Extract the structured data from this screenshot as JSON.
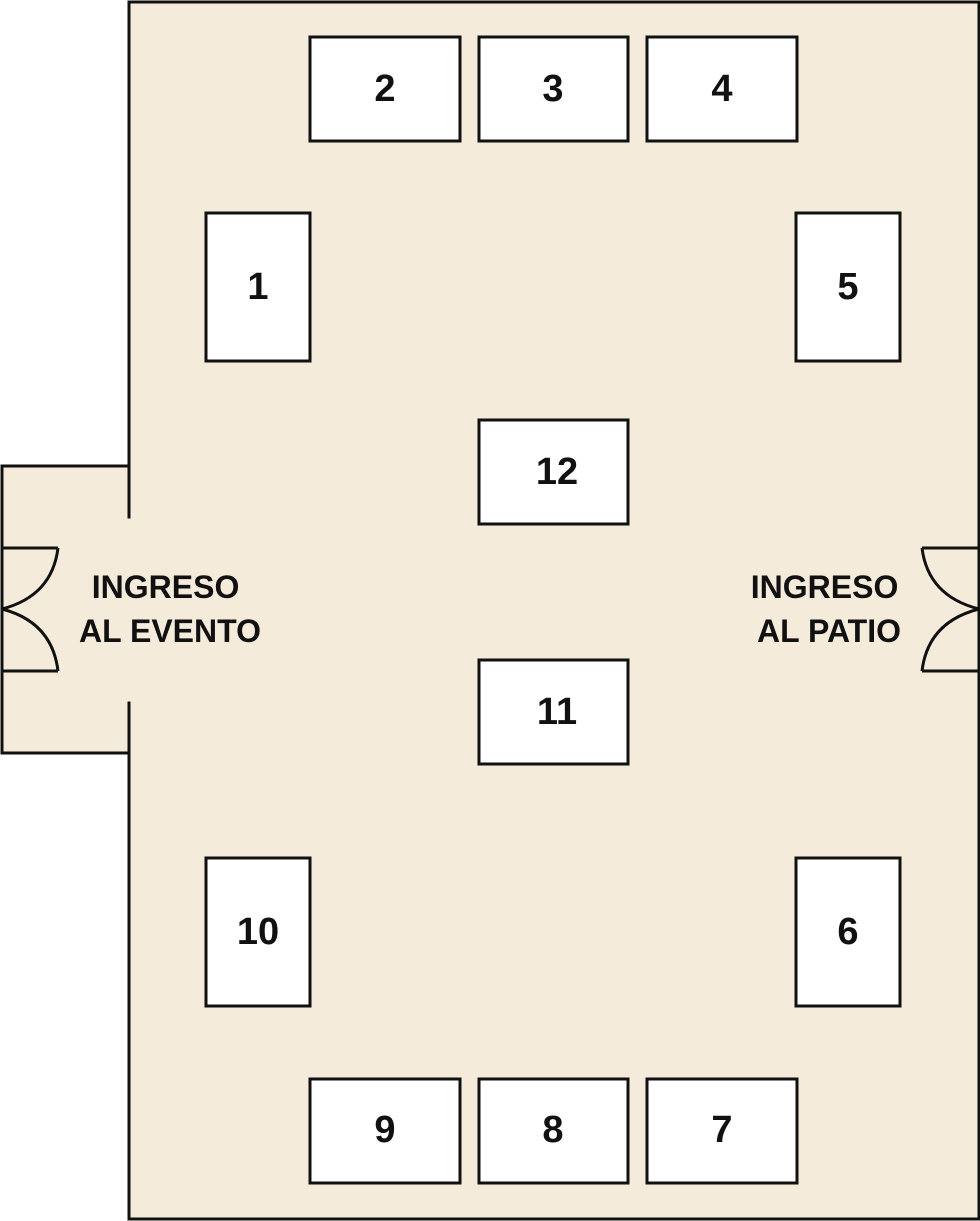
{
  "colors": {
    "floor": "#f4ebdb",
    "wall": "#111111",
    "table_fill": "#ffffff"
  },
  "tables": [
    {
      "id": "1",
      "label": "1"
    },
    {
      "id": "2",
      "label": "2"
    },
    {
      "id": "3",
      "label": "3"
    },
    {
      "id": "4",
      "label": "4"
    },
    {
      "id": "5",
      "label": "5"
    },
    {
      "id": "6",
      "label": "6"
    },
    {
      "id": "7",
      "label": "7"
    },
    {
      "id": "8",
      "label": "8"
    },
    {
      "id": "9",
      "label": "9"
    },
    {
      "id": "10",
      "label": "10"
    },
    {
      "id": "11",
      "label": "11"
    },
    {
      "id": "12",
      "label": "12"
    }
  ],
  "entrances": {
    "event": {
      "line1": "INGRESO",
      "line2": "AL EVENTO"
    },
    "patio": {
      "line1": "INGRESO",
      "line2": "AL PATIO"
    }
  }
}
